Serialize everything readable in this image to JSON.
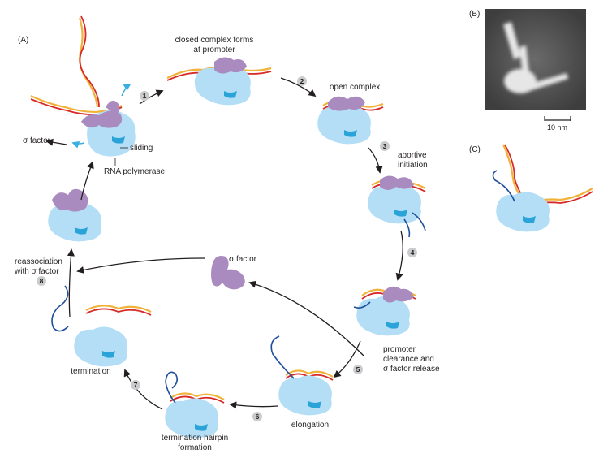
{
  "panels": {
    "a": "(A)",
    "b": "(B)",
    "c": "(C)"
  },
  "labels": {
    "closed_complex_1": "closed complex forms",
    "closed_complex_2": "at promoter",
    "open_complex": "open complex",
    "abortive_1": "abortive",
    "abortive_2": "initiation",
    "promoter_1": "promoter",
    "promoter_2": "clearance and",
    "promoter_3": "σ factor release",
    "elongation": "elongation",
    "hairpin_1": "termination hairpin",
    "hairpin_2": "formation",
    "termination": "termination",
    "reassoc_1": "reassociation",
    "reassoc_2": "with σ factor",
    "sigma_left": "σ factor",
    "sigma_free": "σ factor",
    "sliding": "sliding",
    "rna_pol": "RNA polymerase"
  },
  "steps": [
    "1",
    "2",
    "3",
    "4",
    "5",
    "6",
    "7",
    "8"
  ],
  "scale_bar": "10 nm",
  "colors": {
    "polymerase": "#b3def5",
    "polymerase_dark": "#2aa3d8",
    "sigma": "#a98bc0",
    "dna_red": "#d72a27",
    "dna_yellow": "#f1b23a",
    "rna": "#1f4f9a",
    "arrow": "#231f20",
    "badge": "#c9cbcd",
    "cyan_arrow": "#3aaee0"
  }
}
